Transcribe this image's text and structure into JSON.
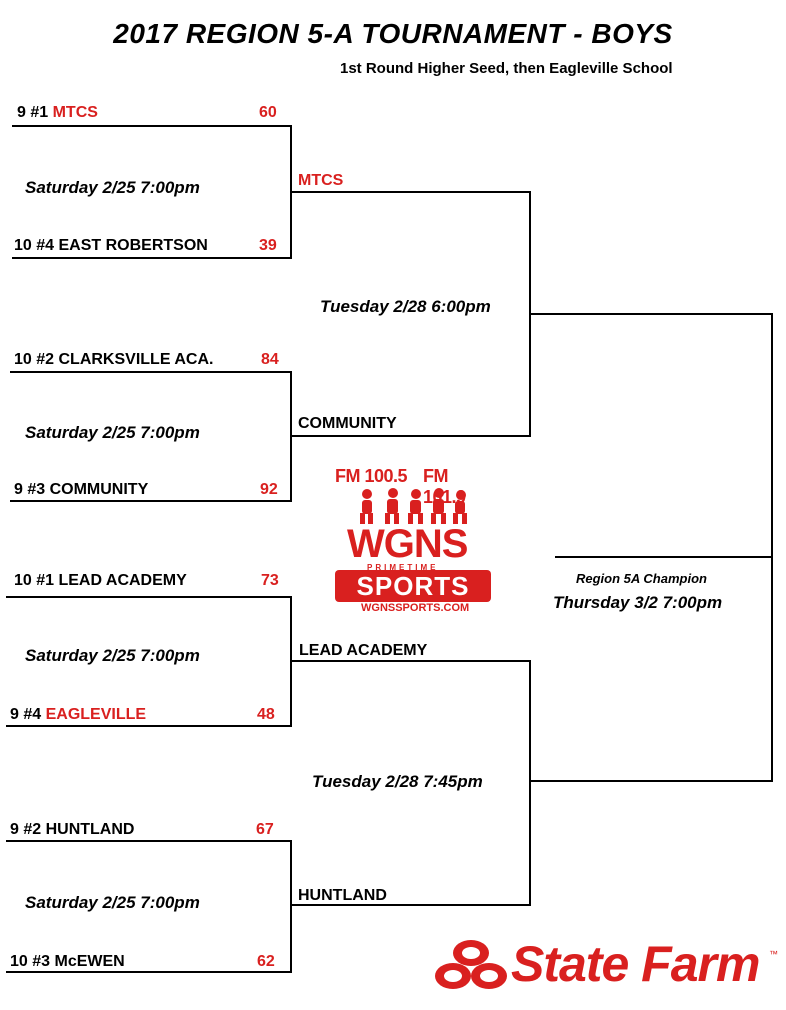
{
  "header": {
    "title": "2017 REGION 5-A TOURNAMENT - BOYS",
    "subtitle": "1st Round Higher Seed, then Eagleville School"
  },
  "round1": [
    {
      "prefix": "9 #1 ",
      "name": "MTCS",
      "name_highlight": true,
      "score": "60"
    },
    {
      "prefix": "10 #4 ",
      "name": "EAST ROBERTSON",
      "name_highlight": false,
      "score": "39"
    },
    {
      "prefix": "10 #2 ",
      "name": "CLARKSVILLE ACA.",
      "name_highlight": false,
      "score": "84"
    },
    {
      "prefix": "9 #3 ",
      "name": "COMMUNITY",
      "name_highlight": false,
      "score": "92"
    },
    {
      "prefix": "10 #1 ",
      "name": "LEAD ACADEMY",
      "name_highlight": false,
      "score": "73"
    },
    {
      "prefix": "9 #4 ",
      "name": "EAGLEVILLE",
      "name_highlight": true,
      "score": "48"
    },
    {
      "prefix": "9 #2 ",
      "name": "HUNTLAND",
      "name_highlight": false,
      "score": "67"
    },
    {
      "prefix": "10 #3 ",
      "name": "McEWEN",
      "name_highlight": false,
      "score": "62"
    }
  ],
  "round1_dates": [
    "Saturday  2/25  7:00pm",
    "Saturday  2/25  7:00pm",
    "Saturday  2/25  7:00pm",
    "Saturday  2/25  7:00pm"
  ],
  "round2": [
    {
      "name": "MTCS",
      "highlight": true
    },
    {
      "name": "COMMUNITY",
      "highlight": false
    },
    {
      "name": "LEAD ACADEMY",
      "highlight": false
    },
    {
      "name": "HUNTLAND",
      "highlight": false
    }
  ],
  "round2_dates": [
    "Tuesday  2/28  6:00pm",
    "Tuesday  2/28  7:45pm"
  ],
  "final": {
    "label": "Region 5A Champion",
    "date": "Thursday  3/2  7:00pm"
  },
  "logo": {
    "freq_left": "FM 100.5",
    "freq_right": "FM 101.9",
    "name": "WGNS",
    "tagline": "PRIMETIME",
    "sports": "SPORTS",
    "url": "WGNSSPORTS.COM"
  },
  "sponsor": {
    "name": "State Farm",
    "mark": "™"
  },
  "colors": {
    "accent": "#d9201f",
    "line": "#000000"
  }
}
